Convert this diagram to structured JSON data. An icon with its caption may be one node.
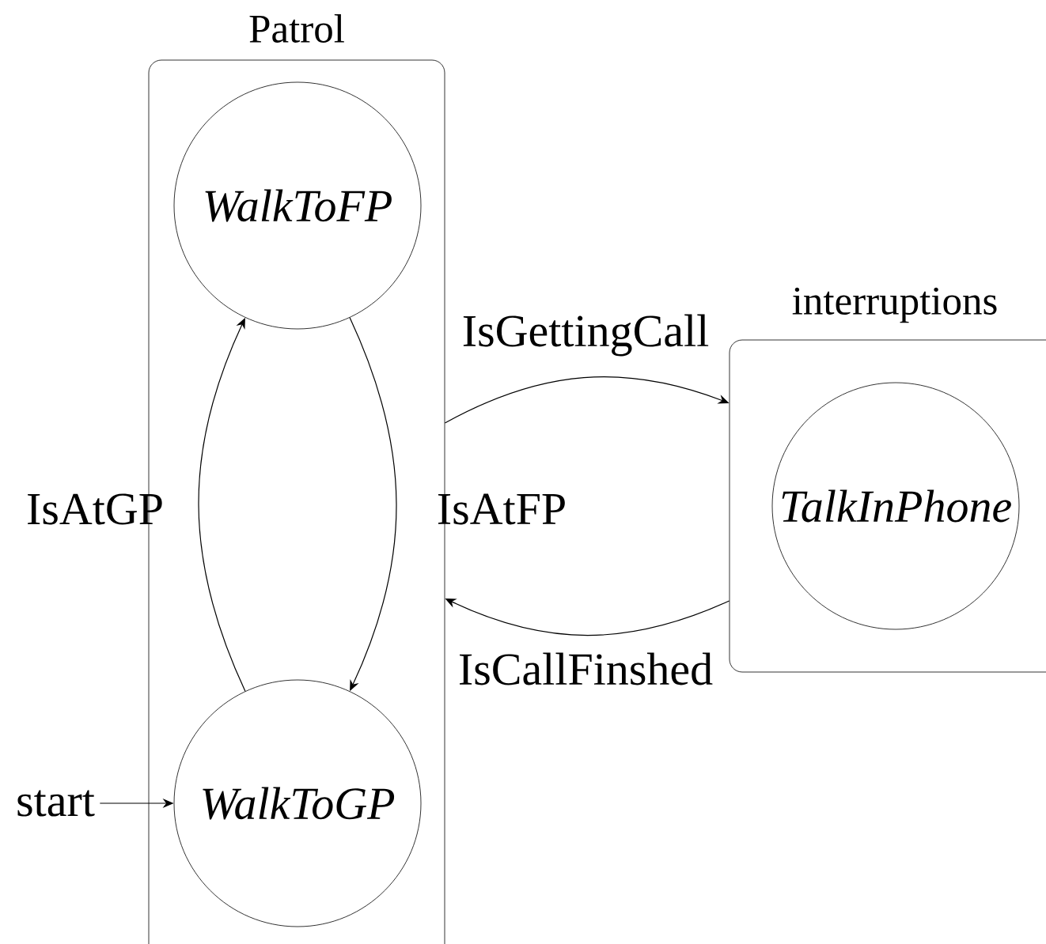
{
  "diagram": {
    "nodes": [
      {
        "text": [
          "Patrol"
        ]
      },
      {
        "text": [
          "WalkToFP"
        ],
        "in": 0
      },
      {
        "text": [
          "WalkToGP"
        ],
        "in": 0
      },
      {
        "text": [
          "interruptions"
        ]
      },
      {
        "text": [
          "TalkInPhone"
        ],
        "in": 3
      },
      {
        "text": [
          "start"
        ]
      }
    ],
    "edges": [
      {
        "from": 2,
        "to": 1,
        "arrow": "to",
        "label": "IsAtGP"
      },
      {
        "from": 1,
        "to": 2,
        "arrow": "to",
        "label": "IsAtFP"
      },
      {
        "from": 0,
        "to": 3,
        "arrow": "to",
        "label": "IsGettingCall"
      },
      {
        "from": 3,
        "to": 0,
        "arrow": "to",
        "label": "IsCallFinshed"
      },
      {
        "from": 5,
        "to": 2,
        "arrow": "to"
      }
    ]
  }
}
